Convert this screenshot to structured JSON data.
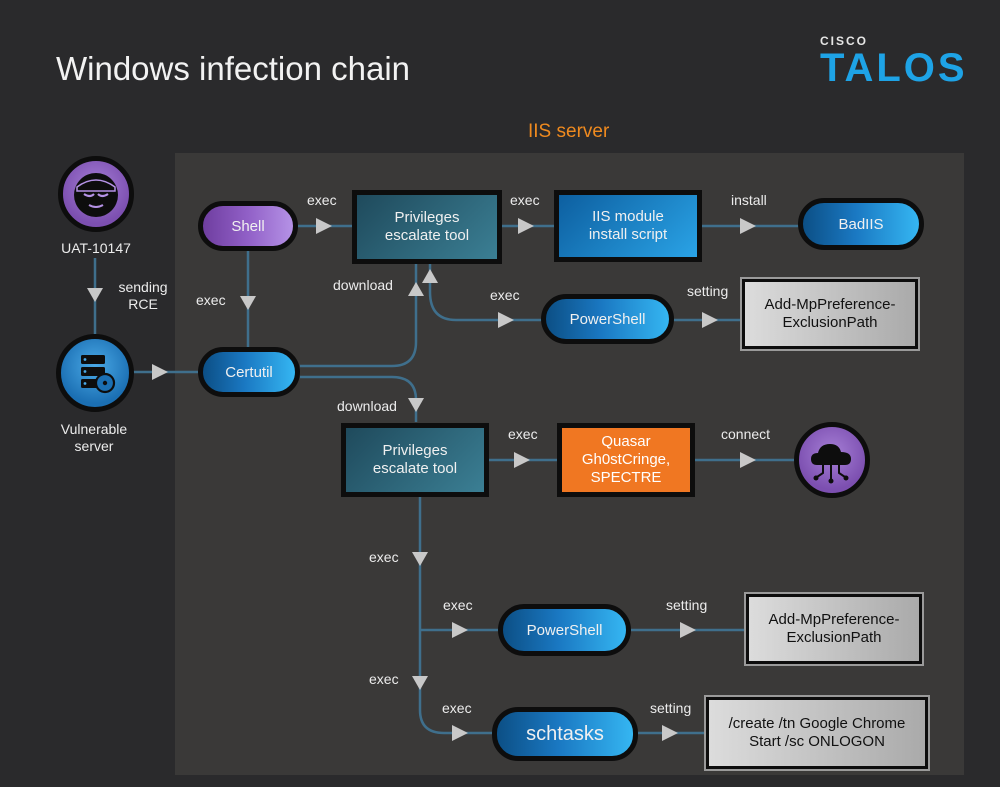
{
  "title": "Windows infection chain",
  "logo": {
    "top": "CISCO",
    "bottom": "TALOS"
  },
  "region_label": "IIS server",
  "actors": {
    "attacker": "UAT-10147",
    "server": "Vulnerable\nserver"
  },
  "nodes": {
    "shell": "Shell",
    "certutil": "Certutil",
    "priv1": "Privileges\nescalate tool",
    "iis_module": "IIS module\ninstall script",
    "badiis": "BadIIS",
    "powershell1": "PowerShell",
    "exclusion1": "Add-MpPreference-\nExclusionPath",
    "priv2": "Privileges\nescalate tool",
    "quasar": "Quasar\nGh0stCringe,\nSPECTRE",
    "powershell2": "PowerShell",
    "exclusion2": "Add-MpPreference-\nExclusionPath",
    "schtasks": "schtasks",
    "schtasks_cmd": "/create /tn Google Chrome\nStart /sc ONLOGON"
  },
  "edges": {
    "sending_rce": "sending\nRCE",
    "exec_shell_certutil": "exec",
    "exec_shell_priv": "exec",
    "exec_priv_iis": "exec",
    "install": "install",
    "download1": "download",
    "exec_priv_ps": "exec",
    "setting1": "setting",
    "download2": "download",
    "exec_priv2_quasar": "exec",
    "connect": "connect",
    "exec_down1": "exec",
    "exec_ps2": "exec",
    "setting2": "setting",
    "exec_down2": "exec",
    "exec_sch": "exec",
    "setting3": "setting"
  },
  "colors": {
    "background": "#2a2a2c",
    "region": "#3a3938",
    "accent_orange": "#ef8a1f",
    "connector": "#3f6f8c",
    "arrow": "#c8c8c8",
    "talos_blue": "#1ea3e6"
  },
  "icons": [
    "hacker-icon",
    "server-biohazard-icon",
    "cloud-network-icon"
  ]
}
